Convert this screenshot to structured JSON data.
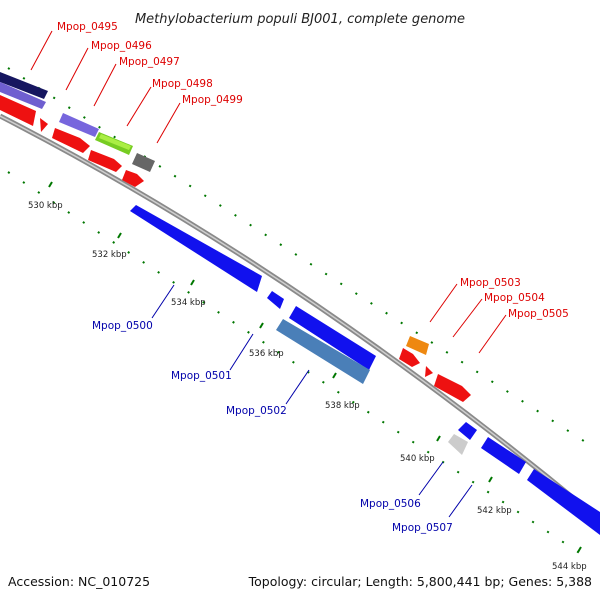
{
  "title": "Methylobacterium populi BJ001, complete genome",
  "footer": {
    "accession": "Accession: NC_010725",
    "summary": "Topology: circular; Length: 5,800,441 bp; Genes: 5,388"
  },
  "colors": {
    "forward_label": "#dd0000",
    "reverse_label": "#0000aa",
    "backbone": "#888888",
    "ticks": "#007700"
  },
  "scale_labels": [
    "530 kbp",
    "532 kbp",
    "534 kbp",
    "536 kbp",
    "538 kbp",
    "540 kbp",
    "542 kbp",
    "544 kbp"
  ],
  "gene_labels": {
    "top": [
      "Mpop_0495",
      "Mpop_0496",
      "Mpop_0497",
      "Mpop_0498",
      "Mpop_0499"
    ],
    "mid_right": [
      "Mpop_0503",
      "Mpop_0504",
      "Mpop_0505"
    ],
    "bottom": [
      "Mpop_0500",
      "Mpop_0501",
      "Mpop_0502"
    ],
    "bottom_right": [
      "Mpop_0506",
      "Mpop_0507"
    ]
  }
}
